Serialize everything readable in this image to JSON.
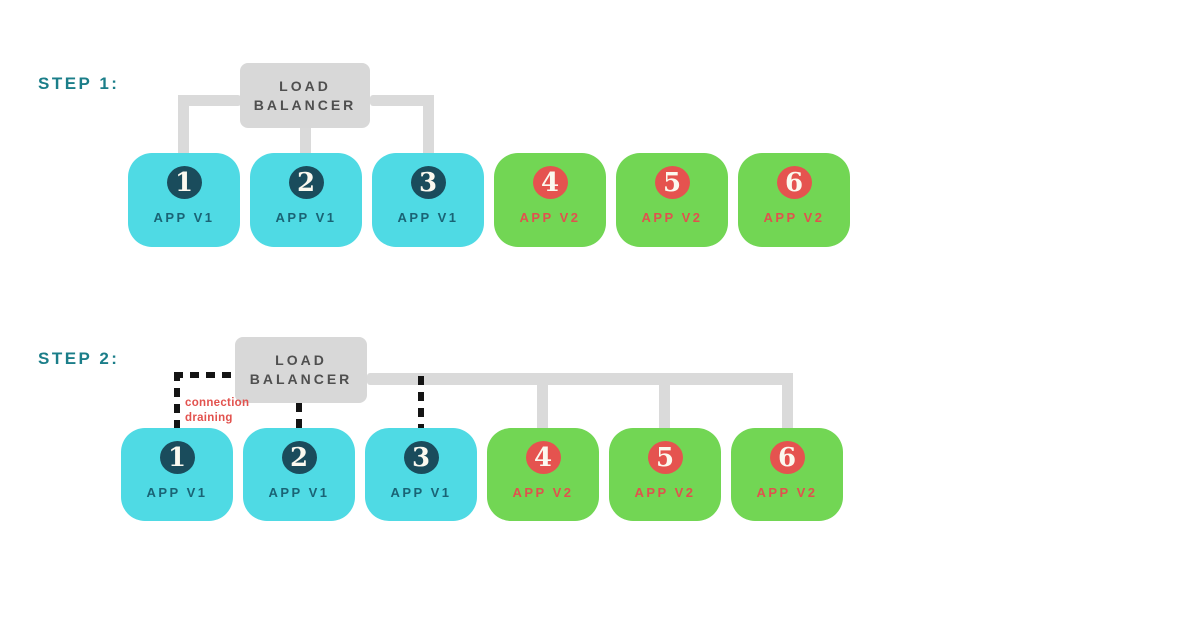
{
  "colors": {
    "background": "#ffffff",
    "step_label_teal": "#1b7e89",
    "load_balancer_gray": "#d8d8d8",
    "load_balancer_text": "#4f4f4f",
    "connector_gray": "#dadada",
    "dashed_line_black": "#141414",
    "app_v1_cyan": "#4fdae4",
    "app_v1_circle_teal": "#1a4c5c",
    "app_v1_text": "#1a6375",
    "app_v2_green": "#72d654",
    "app_v2_circle_coral": "#e5534f",
    "app_v2_text": "#e0524e",
    "note_red": "#e2524e",
    "numeral_white": "#fbf9ef"
  },
  "steps": [
    {
      "label": "STEP 1:",
      "load_balancer": {
        "line1": "LOAD",
        "line2": "BALANCER"
      },
      "servers": [
        {
          "number": "1",
          "app": "APP V1"
        },
        {
          "number": "2",
          "app": "APP V1"
        },
        {
          "number": "3",
          "app": "APP V1"
        },
        {
          "number": "4",
          "app": "APP V2"
        },
        {
          "number": "5",
          "app": "APP V2"
        },
        {
          "number": "6",
          "app": "APP V2"
        }
      ]
    },
    {
      "label": "STEP 2:",
      "load_balancer": {
        "line1": "LOAD",
        "line2": "BALANCER"
      },
      "note": {
        "line1": "connection",
        "line2": "draining"
      },
      "servers": [
        {
          "number": "1",
          "app": "APP V1"
        },
        {
          "number": "2",
          "app": "APP V1"
        },
        {
          "number": "3",
          "app": "APP V1"
        },
        {
          "number": "4",
          "app": "APP V2"
        },
        {
          "number": "5",
          "app": "APP V2"
        },
        {
          "number": "6",
          "app": "APP V2"
        }
      ]
    }
  ]
}
